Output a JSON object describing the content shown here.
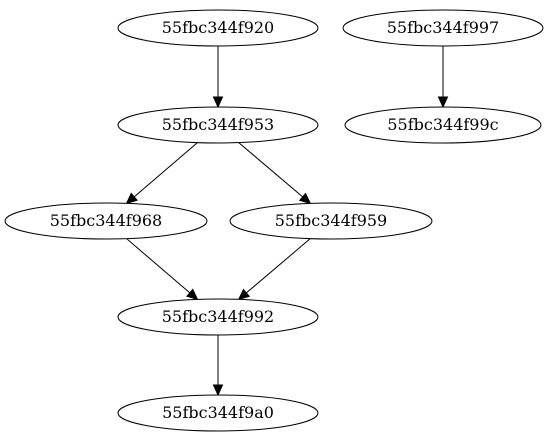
{
  "graph": {
    "nodes": [
      {
        "id": "n920",
        "label": "55fbc344f920"
      },
      {
        "id": "n997",
        "label": "55fbc344f997"
      },
      {
        "id": "n953",
        "label": "55fbc344f953"
      },
      {
        "id": "n99c",
        "label": "55fbc344f99c"
      },
      {
        "id": "n968",
        "label": "55fbc344f968"
      },
      {
        "id": "n959",
        "label": "55fbc344f959"
      },
      {
        "id": "n992",
        "label": "55fbc344f992"
      },
      {
        "id": "n9a0",
        "label": "55fbc344f9a0"
      }
    ],
    "edges": [
      {
        "from": "n920",
        "to": "n953"
      },
      {
        "from": "n997",
        "to": "n99c"
      },
      {
        "from": "n953",
        "to": "n968"
      },
      {
        "from": "n953",
        "to": "n959"
      },
      {
        "from": "n968",
        "to": "n992"
      },
      {
        "from": "n959",
        "to": "n992"
      },
      {
        "from": "n992",
        "to": "n9a0"
      }
    ]
  }
}
